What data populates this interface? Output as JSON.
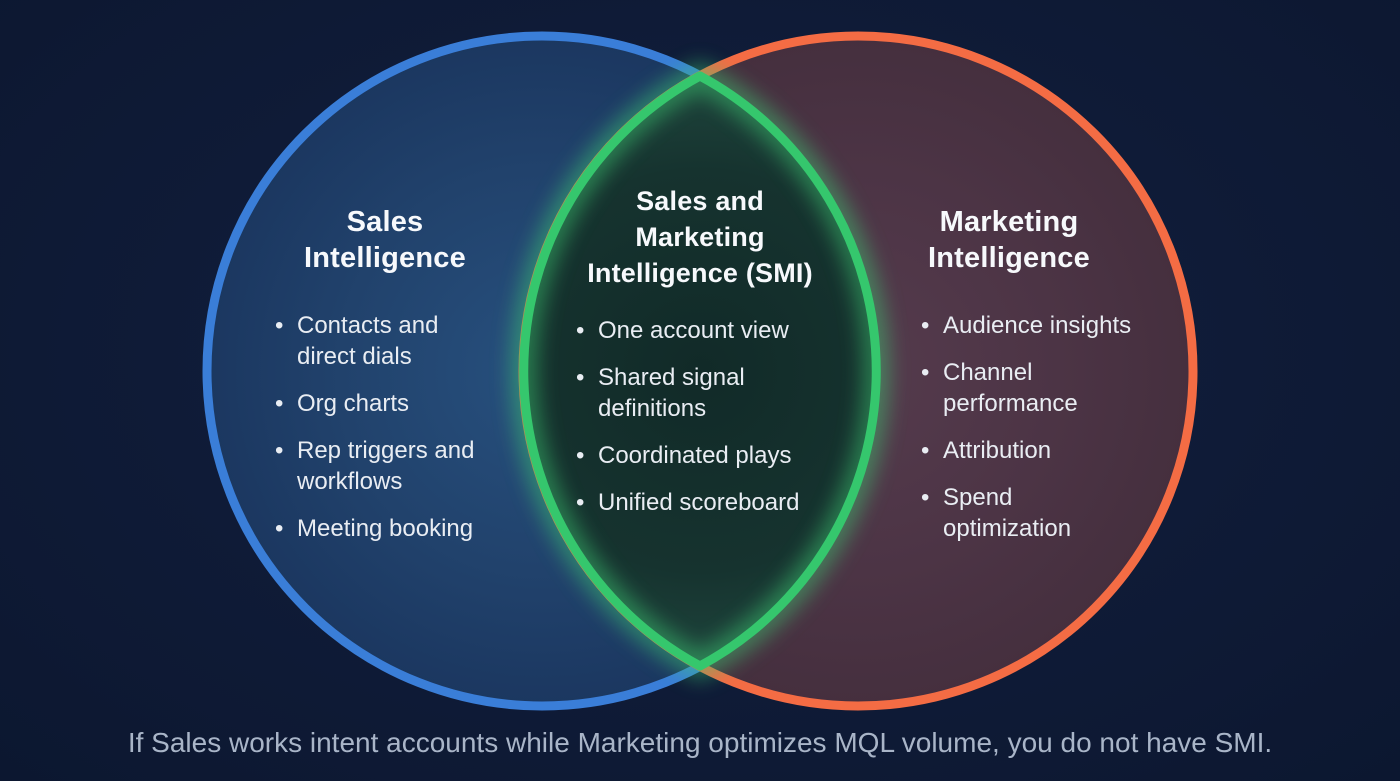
{
  "diagram": {
    "type": "venn",
    "title": "Sales and Marketing Intelligence Venn diagram",
    "left_circle": {
      "title": "Sales\nIntelligence",
      "items": [
        "Contacts and\ndirect dials",
        "Org charts",
        "Rep triggers and\nworkflows",
        "Meeting booking"
      ],
      "outline_color": "#3a7ed8",
      "fill_color": "#20406a"
    },
    "overlap": {
      "title": "Sales and\nMarketing\nIntelligence (SMI)",
      "items": [
        "One account view",
        "Shared signal\ndefinitions",
        "Coordinated plays",
        "Unified scoreboard"
      ],
      "outline_color": "#3ecb72",
      "fill_color": "#15322e"
    },
    "right_circle": {
      "title": "Marketing\nIntelligence",
      "items": [
        "Audience insights",
        "Channel\nperformance",
        "Attribution",
        "Spend\noptimization"
      ],
      "outline_color": "#f46c44",
      "fill_color": "#4a3444"
    }
  },
  "caption": "If Sales works intent accounts while Marketing optimizes MQL volume, you do not have SMI.",
  "colors": {
    "background": "#0f1b37",
    "caption_text": "#a9b5c8",
    "text": "#e9edf3"
  }
}
